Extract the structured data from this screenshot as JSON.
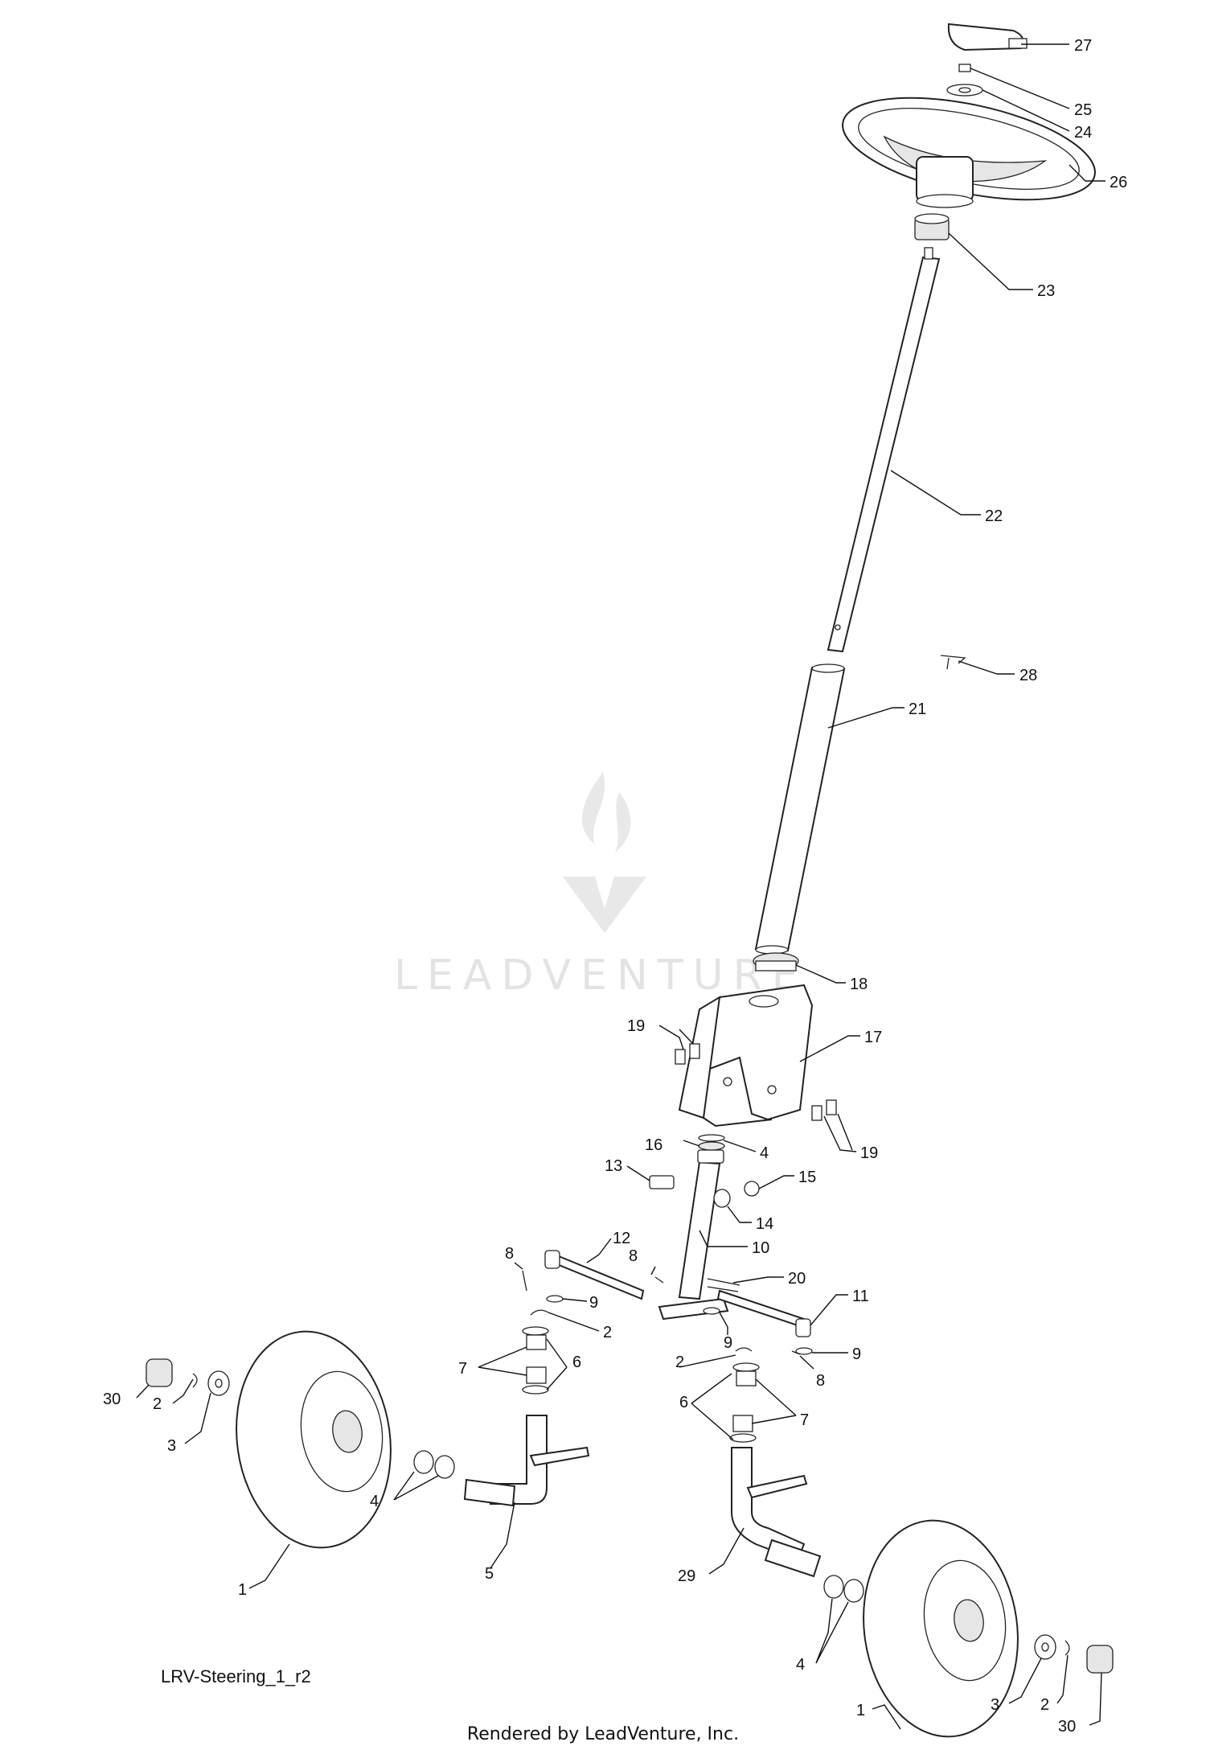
{
  "drawing_id": "LRV-Steering_1_r2",
  "watermark": "LEADVENTURE",
  "footer": "Rendered by LeadVenture, Inc.",
  "callouts": [
    "1",
    "2",
    "3",
    "4",
    "5",
    "6",
    "7",
    "8",
    "9",
    "10",
    "11",
    "12",
    "13",
    "14",
    "15",
    "16",
    "17",
    "18",
    "19",
    "20",
    "21",
    "22",
    "23",
    "24",
    "25",
    "26",
    "27",
    "28",
    "29",
    "30"
  ]
}
